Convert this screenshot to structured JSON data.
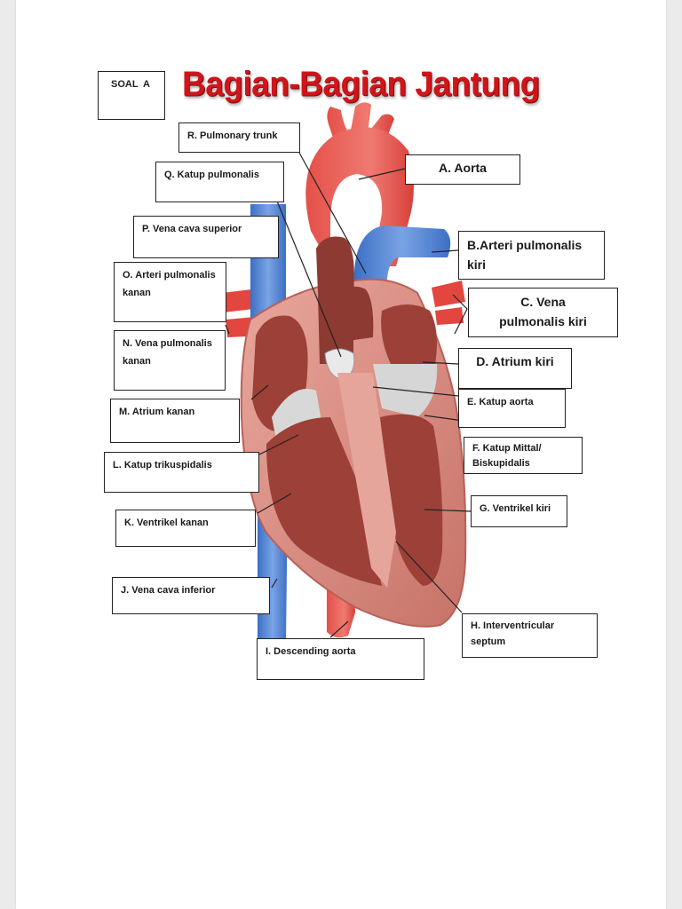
{
  "soal_label": "SOAL  A",
  "title": "Bagian-Bagian Jantung",
  "colors": {
    "title_red": "#d0151a",
    "artery_red": "#e2463f",
    "vein_blue": "#4a7fd0",
    "muscle_pink": "#d98a80",
    "chamber_dark": "#8c3a32"
  },
  "labels": {
    "R": "R. Pulmonary trunk",
    "Q": "Q. Katup pulmonalis",
    "P": "P. Vena cava superior",
    "O": "O. Arteri pulmonalis kanan",
    "N": "N. Vena pulmonalis kanan",
    "M": "M. Atrium kanan",
    "L": "L. Katup trikuspidalis",
    "K": "K. Ventrikel kanan",
    "J": "J. Vena cava inferior",
    "I": "I. Descending aorta",
    "A": "A. Aorta",
    "B": "B.Arteri pulmonalis kiri",
    "C": "C. Vena pulmonalis kiri",
    "D": "D. Atrium kiri",
    "E": "E. Katup aorta",
    "F": "F. Katup Mittal/ Biskupidalis",
    "G": "G. Ventrikel kiri",
    "H": "H. Interventricular septum"
  }
}
